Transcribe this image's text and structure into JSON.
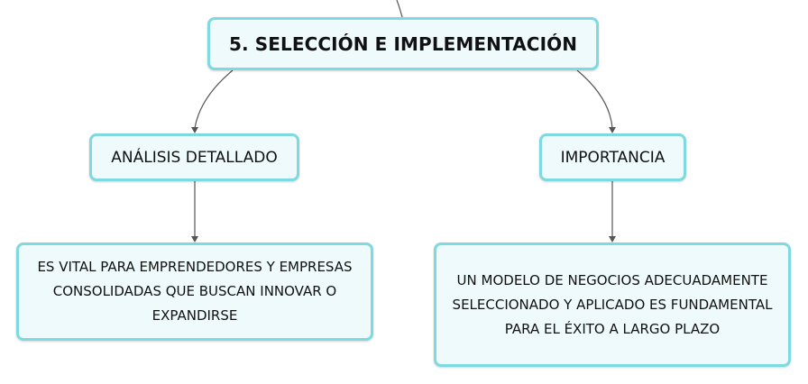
{
  "root": {
    "label": "5. SELECCIÓN E IMPLEMENTACIÓN"
  },
  "branches": [
    {
      "label": "ANÁLISIS DETALLADO",
      "child": "ES VITAL PARA EMPRENDEDORES Y EMPRESAS CONSOLIDADAS QUE BUSCAN INNOVAR O EXPANDIRSE"
    },
    {
      "label": "IMPORTANCIA",
      "child": "UN MODELO DE NEGOCIOS ADECUADAMENTE SELECCIONADO Y APLICADO ES FUNDAMENTAL PARA EL ÉXITO A LARGO PLAZO"
    }
  ],
  "colors": {
    "node_border": "#7fd9e0",
    "node_fill": "#eefafb",
    "connector": "#555555"
  }
}
